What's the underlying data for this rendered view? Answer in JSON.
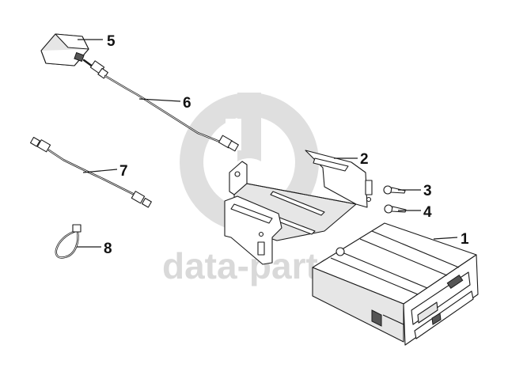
{
  "watermark": {
    "text": "data-parts",
    "color": "#d9d9d9"
  },
  "callouts": [
    {
      "id": "1",
      "label": "1"
    },
    {
      "id": "2",
      "label": "2"
    },
    {
      "id": "3",
      "label": "3"
    },
    {
      "id": "4",
      "label": "4"
    },
    {
      "id": "5",
      "label": "5"
    },
    {
      "id": "6",
      "label": "6"
    },
    {
      "id": "7",
      "label": "7"
    },
    {
      "id": "8",
      "label": "8"
    }
  ],
  "colors": {
    "line": "#1a1a1a",
    "background": "#ffffff"
  }
}
